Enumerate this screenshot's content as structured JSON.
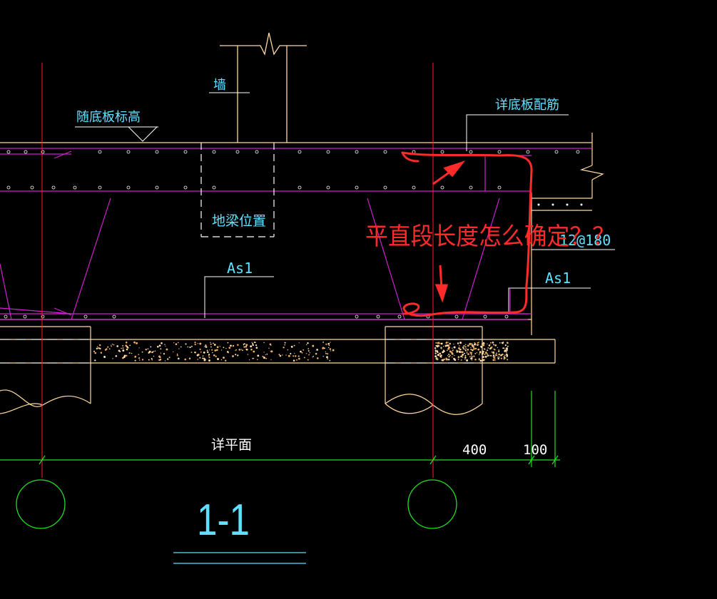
{
  "labels": {
    "wall": "墙",
    "slab_bottom_elevation": "随底板标高",
    "detail_slab_reinforcement": "详底板配筋",
    "ground_beam_position": "地梁位置",
    "as1_left": "As1",
    "as1_right": "As1",
    "rebar_spacing": "12@180",
    "detail_plan": "详平面",
    "dim_400": "400",
    "dim_100": "100",
    "section_title": "1-1"
  },
  "annotation": {
    "question": "平直段长度怎么确定？？",
    "color": "#ff2a2a"
  },
  "colors": {
    "background": "#000000",
    "slab_outline": "#ffd9a0",
    "rebar": "#d020d0",
    "axis": "#ff2020",
    "dimension": "#20e020",
    "text": "#60e0ff",
    "text_white": "#ffffff",
    "concrete_dots": "#f0b060"
  },
  "icons": {
    "elevation_marker": "triangle-elevation-icon",
    "axis_bubble": "circle-axis-icon",
    "break_line": "zigzag-break-icon"
  }
}
